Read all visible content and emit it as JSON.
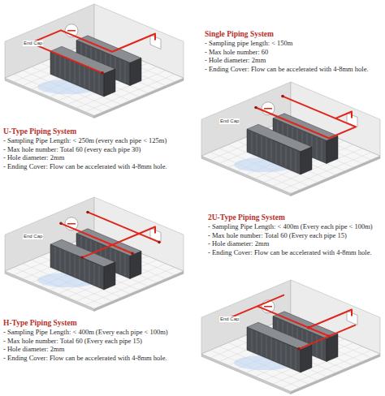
{
  "diagram": {
    "labels": [
      "End Cap",
      "Single Piping System",
      "- Sampling pipe length: < 150m",
      "- Max hole number: 60",
      "- Hole diameter: 2mm",
      "- Ending Cover: Flow can be accelerated with 4-8mm hole.",
      "End Cap",
      "U-Type Piping System",
      "- Sampling Pipe Length: < 250m (every each pipe < 125m)",
      "- Max hole number: Total 60 (every each pipe 30)",
      "- Hole diameter: 2mm",
      "- Ending Cover: Flow can be accelerated with 4-8mm hole.",
      "End Cap",
      "2U-Type Piping System",
      "- Sampling Pipe Length: < 400m (Every each pipe < 100m)",
      "- Max hole number: Total 60 (Every each pipe 15)",
      "- Hole diameter: 2mm",
      "- Ending Cover: Flow can be accelerated with 4-8mm hole.",
      "End Cap",
      "H-Type Piping System",
      "- Sampling Pipe Length: < 400m (Every each pipe < 100m)",
      "- Max hole number: Total 60 (Every each pipe 15)",
      "- Hole diameter: 2mm",
      "- Ending Cover: Flow can be accelerated with 4-8mm hole."
    ]
  }
}
